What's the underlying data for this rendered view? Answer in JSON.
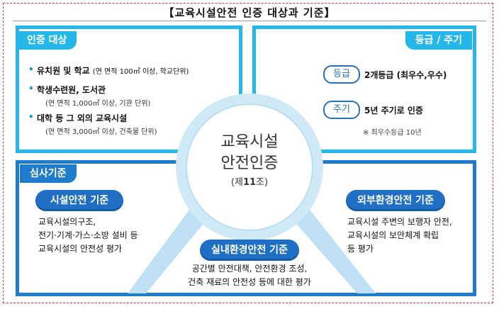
{
  "title": "【교육시설안전 인증 대상과 기준】",
  "target": {
    "heading": "인증 대상",
    "items": [
      {
        "main": "유치원 및 학교",
        "note": "(연 면적 100㎡ 이상, 학교단위)"
      },
      {
        "main": "학생수련원, 도서관",
        "note": "(연 면적 1,000㎡ 이상, 기관 단위)"
      },
      {
        "main": "대학 등 그 외의 교육시설",
        "note": "(연 면적 3,000㎡ 이상, 건축물 단위)"
      }
    ]
  },
  "grade": {
    "heading": "등급 / 주기",
    "rows": [
      {
        "pill": "등급",
        "text": "2개등급 (최우수,우수)"
      },
      {
        "pill": "주기",
        "text": "5년 주기로 인증"
      }
    ],
    "note": "※ 최우수등급 10년"
  },
  "center": {
    "line1": "교육시설",
    "line2": "안전인증",
    "line3_pre": "(제",
    "line3_num": "11",
    "line3_post": "조)"
  },
  "review": {
    "heading": "심사기준",
    "facility": {
      "badge": "시설안전 기준",
      "lines": [
        "교육시설의구조,",
        "전기·기계·가스·소방 설비 등",
        "교육시설의 안전성 평가"
      ]
    },
    "indoor": {
      "badge": "실내환경안전 기준",
      "lines": [
        "공간별 안전대책, 안전환경 조성,",
        "건축 재료의 안전성 등에 대한 평가"
      ]
    },
    "outdoor": {
      "badge": "외부환경안전 기준",
      "lines": [
        "교육시설 주변의 보행자 안전,",
        "교육시설의 보안체계 확립",
        "등 평가"
      ]
    }
  },
  "colors": {
    "light_blue": "#25b6ea",
    "dark_blue": "#1f7ccc",
    "badge_blue": "#1f6fc4",
    "circle_ring": "#cfe9f7"
  }
}
